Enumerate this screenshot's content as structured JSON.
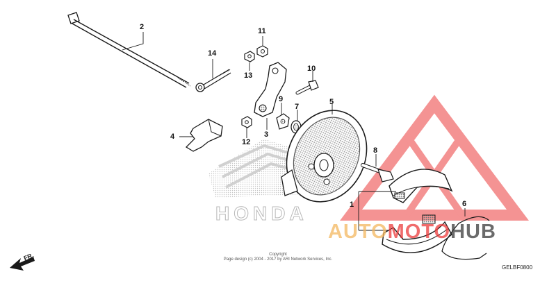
{
  "callouts": {
    "c1": "1",
    "c2": "2",
    "c3": "3",
    "c4": "4",
    "c5": "5",
    "c6": "6",
    "c7": "7",
    "c8": "8",
    "c9": "9",
    "c10": "10",
    "c11": "11",
    "c12": "12",
    "c13": "13",
    "c14": "14"
  },
  "brand_logo": "HONDA",
  "watermark": {
    "part1": "AUTO",
    "part2": "MOTO",
    "part3": "HUB"
  },
  "colors": {
    "watermark_orange": "#f4b860",
    "watermark_red": "#ec3b3b",
    "watermark_dark": "#3a3a3a",
    "line": "#1a1a1a"
  },
  "direction_label": "FR.",
  "copyright": {
    "line1": "Copyright",
    "line2": "Page design (c) 2004 - 2017 by ARI Network Services, Inc."
  },
  "diagram_code": "GELBF0800"
}
